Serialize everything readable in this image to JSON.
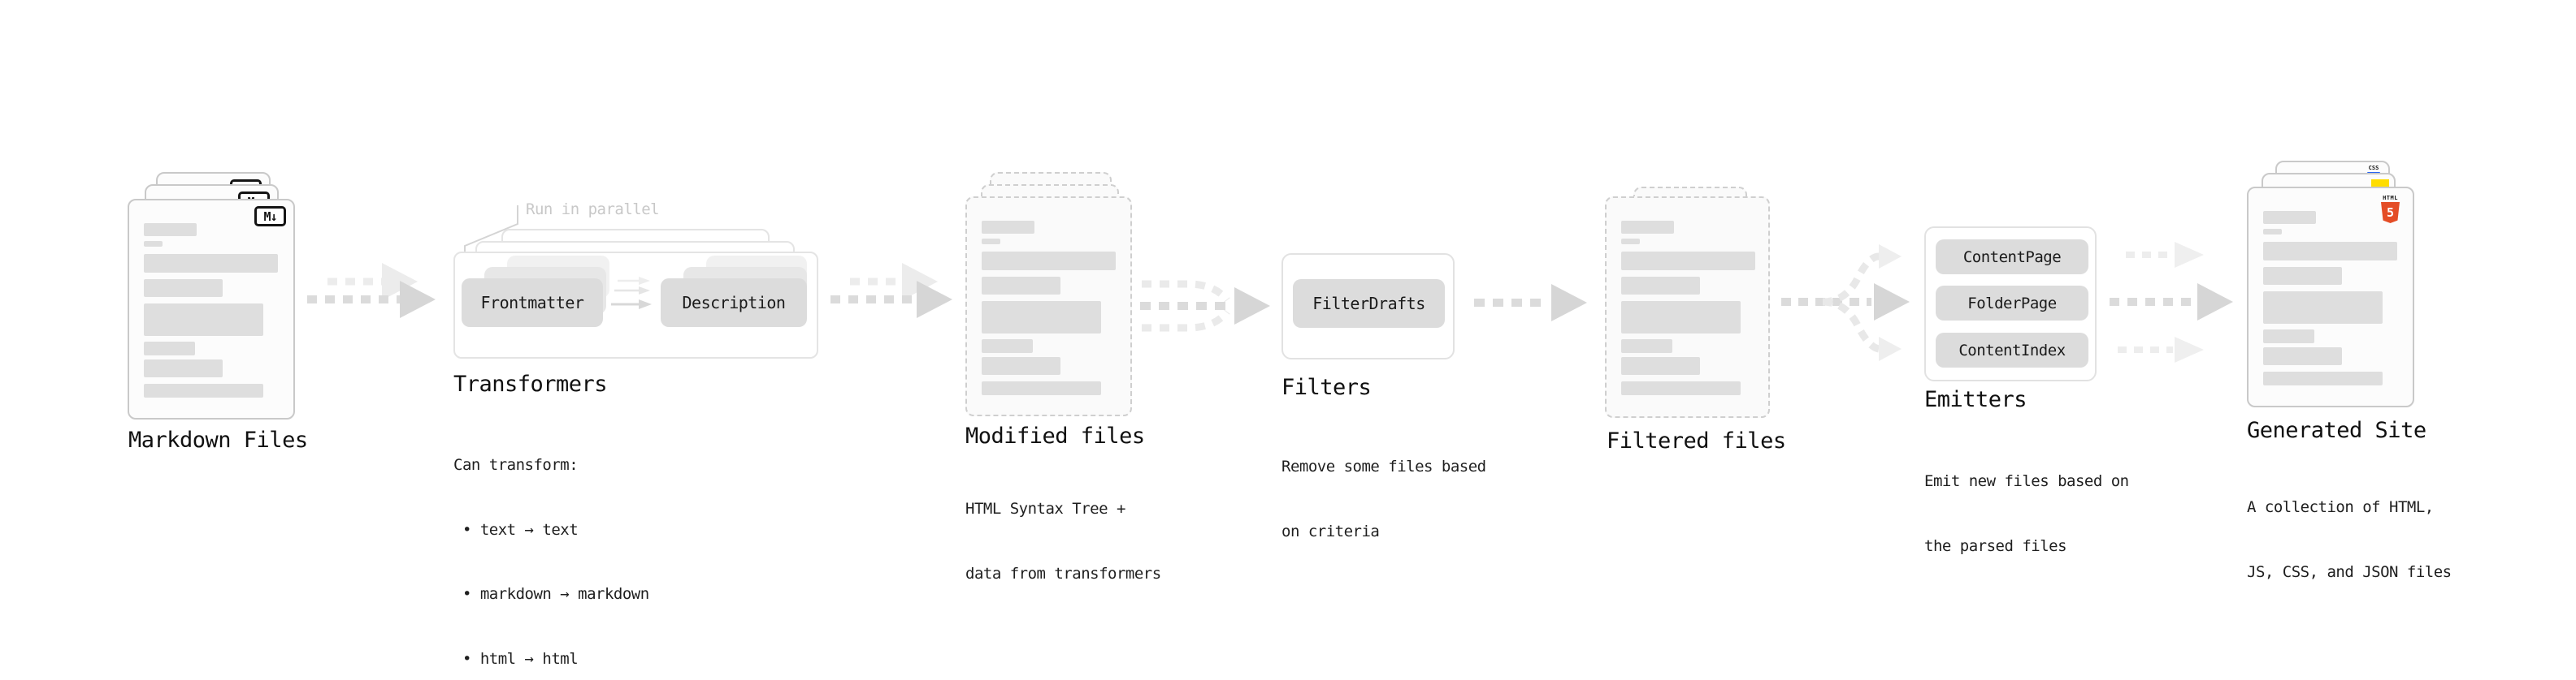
{
  "diagram": {
    "nodes": {
      "markdown_files": {
        "title": "Markdown Files",
        "icon_label": "M↓"
      },
      "transformers": {
        "title": "Transformers",
        "parallel_note": "Run in parallel",
        "transformer_1": "Frontmatter",
        "transformer_2": "Description",
        "caption_lines": [
          "Can transform:",
          " • text → text",
          " • markdown → markdown",
          " • html → html"
        ]
      },
      "modified_files": {
        "title": "Modified files",
        "caption_lines": [
          "HTML Syntax Tree +",
          "data from transformers"
        ]
      },
      "filters": {
        "title": "Filters",
        "filter_1": "FilterDrafts",
        "caption_lines": [
          "Remove some files based",
          "on criteria"
        ]
      },
      "filtered_files": {
        "title": "Filtered files"
      },
      "emitters": {
        "title": "Emitters",
        "emitter_1": "ContentPage",
        "emitter_2": "FolderPage",
        "emitter_3": "ContentIndex",
        "caption_lines": [
          "Emit new files based on",
          "the parsed files"
        ]
      },
      "generated_site": {
        "title": "Generated Site",
        "caption_lines": [
          "A collection of HTML,",
          "JS, CSS, and JSON files"
        ],
        "css_icon_label": "CSS",
        "html5_icon_label": "HTML",
        "html5_icon_number": "5"
      }
    },
    "colors": {
      "html5_orange": "#e44d26",
      "js_yellow": "#ffdd00",
      "css_blue": "#2965f1",
      "arrow_dark": "#d6d6d6",
      "arrow_light": "#ececec"
    }
  }
}
